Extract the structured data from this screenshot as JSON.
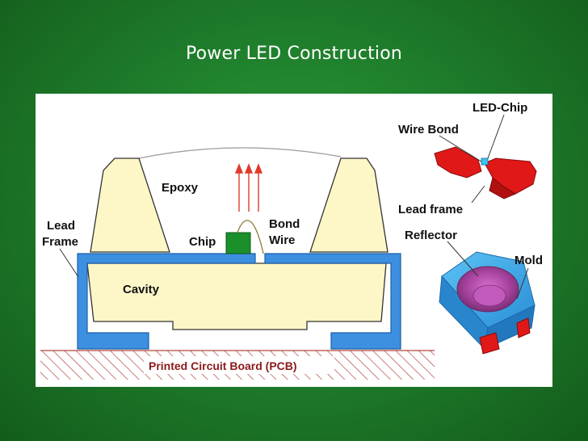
{
  "slide": {
    "title": "Power LED Construction"
  },
  "cross_section": {
    "labels": {
      "epoxy": "Epoxy",
      "lead_frame_line1": "Lead",
      "lead_frame_line2": "Frame",
      "chip": "Chip",
      "bond_wire_line1": "Bond",
      "bond_wire_line2": "Wire",
      "cavity": "Cavity",
      "pcb": "Printed Circuit Board (PCB)"
    }
  },
  "package_views": {
    "labels": {
      "led_chip": "LED-Chip",
      "wire_bond": "Wire Bond",
      "lead_frame": "Lead frame",
      "reflector": "Reflector",
      "mold": "Mold"
    }
  },
  "colors": {
    "lead_frame_blue": "#3d8fe0",
    "epoxy_fill": "#fdf7c8",
    "chip_green": "#1a8f2a",
    "arrow_red": "#e23b2b",
    "lead_frame_red": "#e01818",
    "pcb_hatch": "#b0473f",
    "mold_blue": "#30a4e8",
    "reflector_magenta": "#b04ca8"
  }
}
